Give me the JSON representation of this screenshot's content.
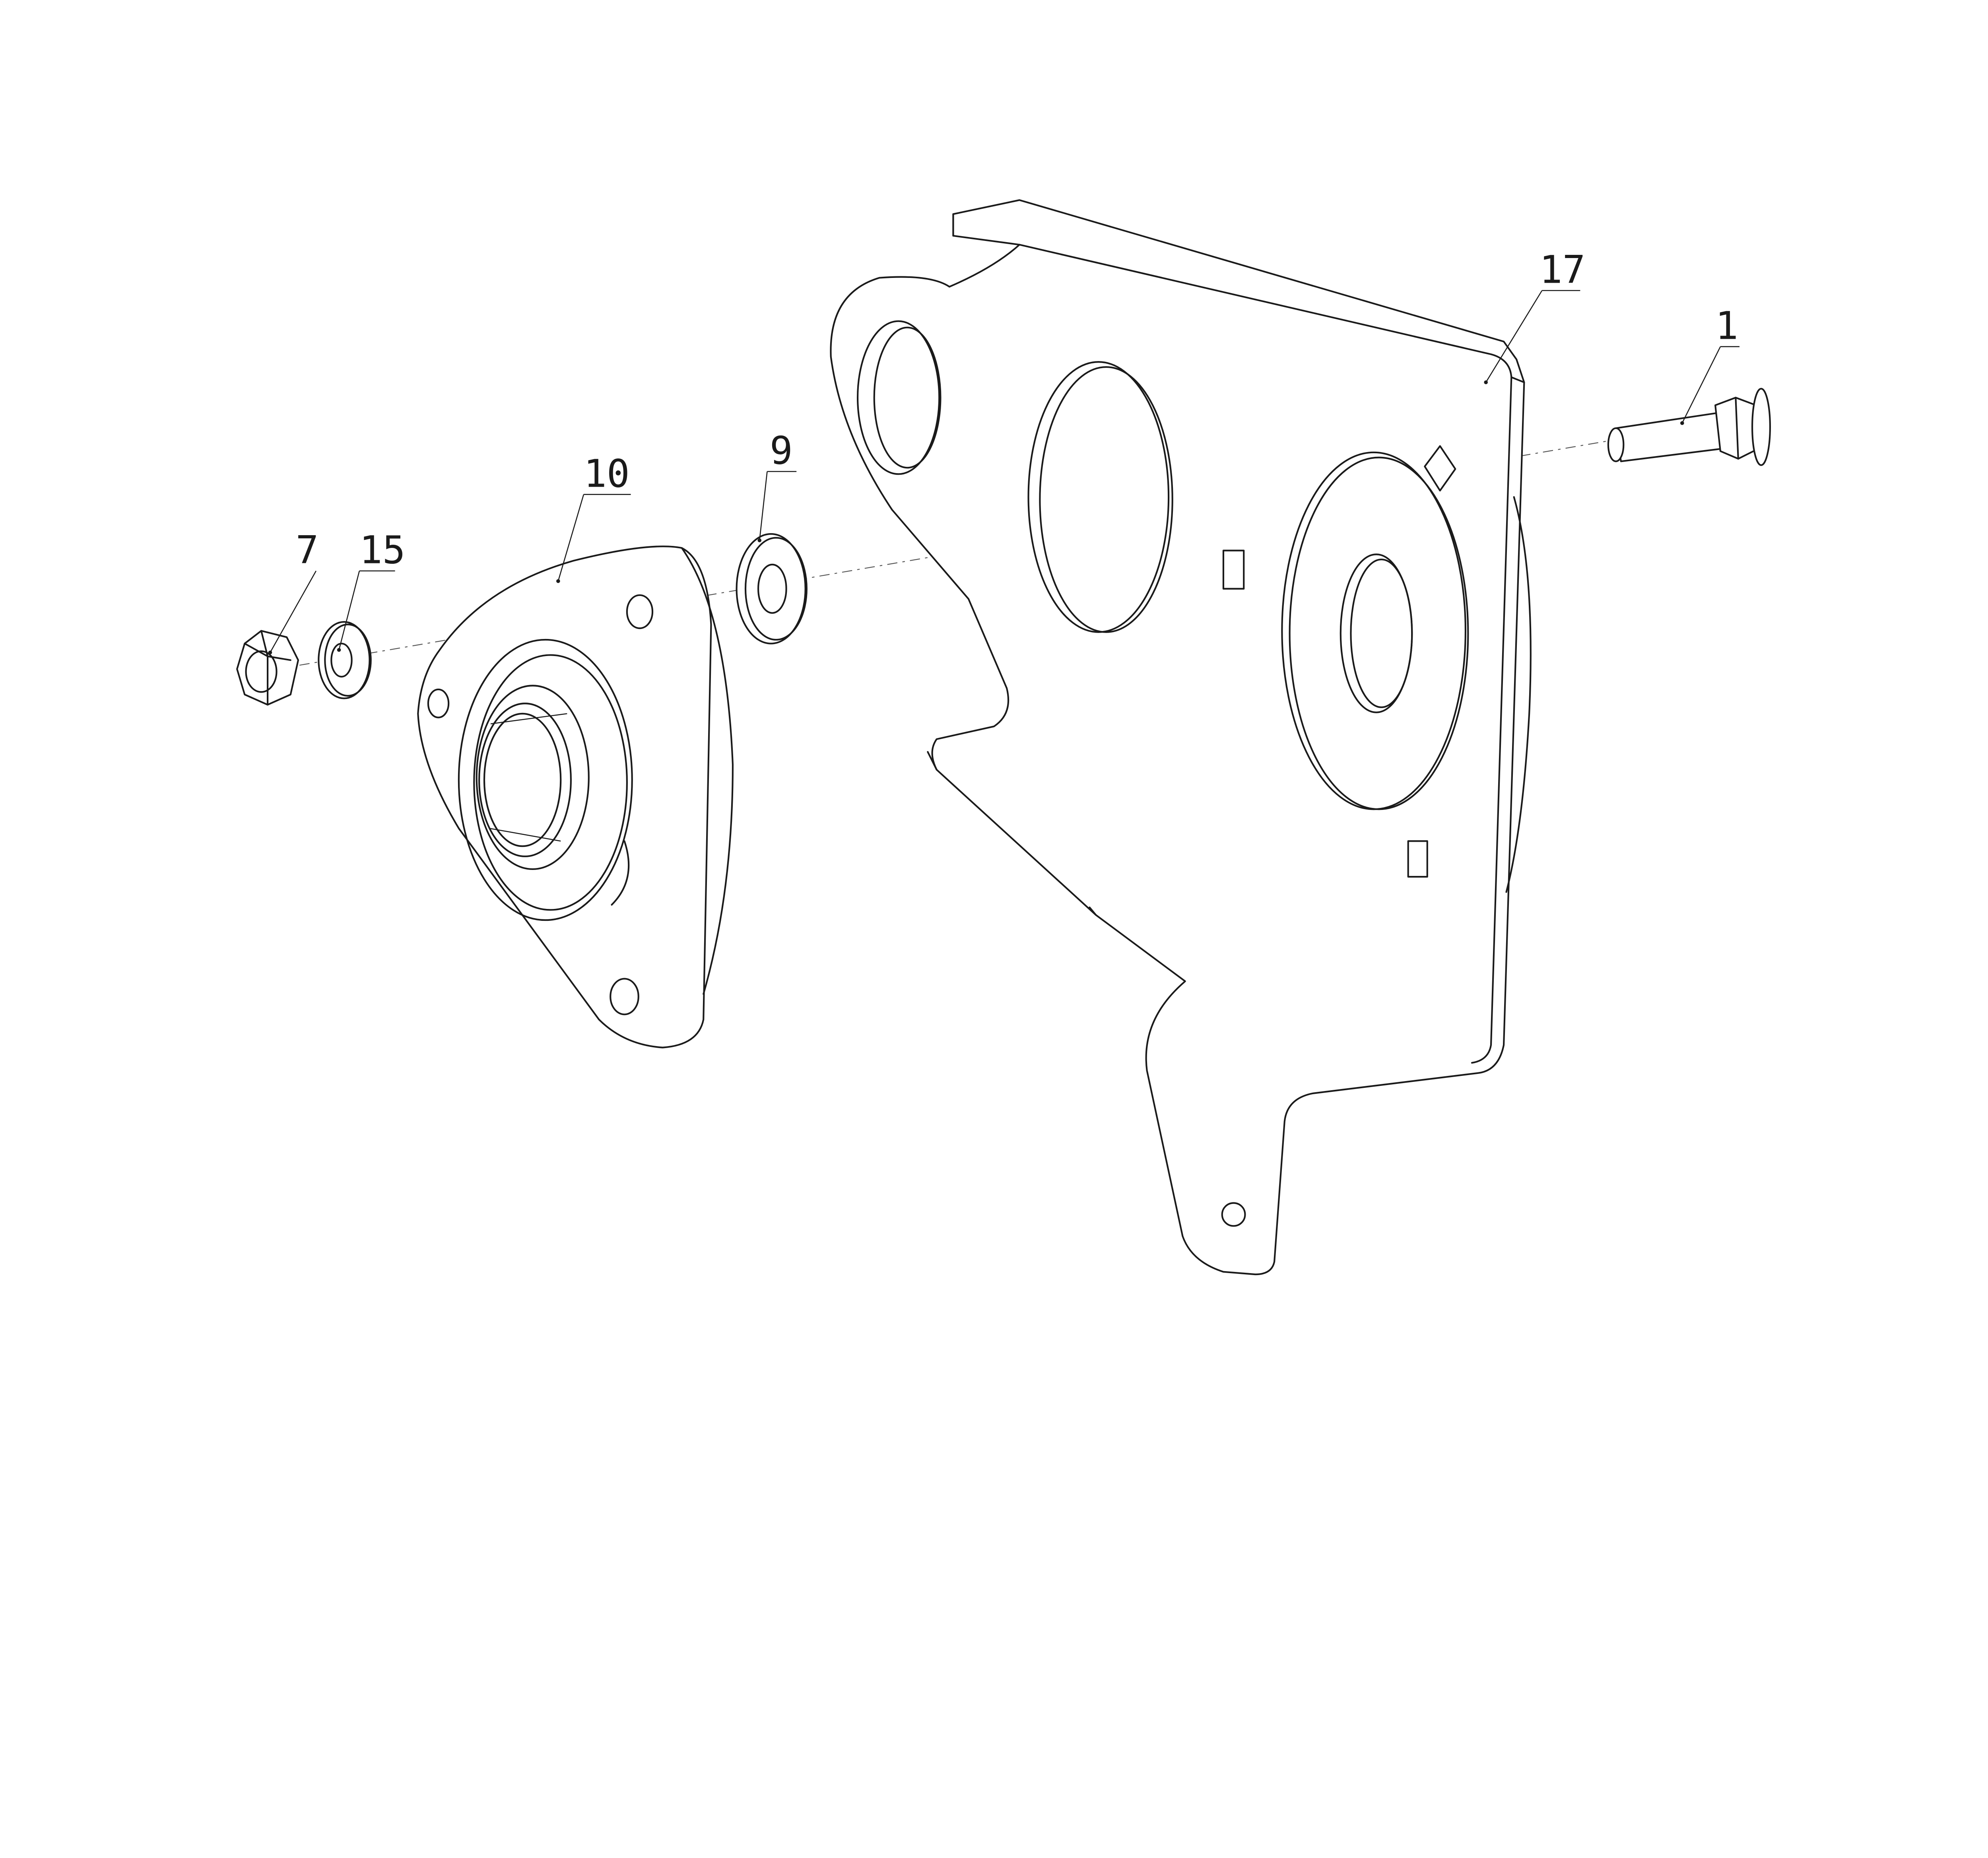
{
  "diagram": {
    "type": "exploded-assembly-drawing",
    "colors": {
      "line": "#1a1a1a",
      "background": "#ffffff"
    },
    "parts": [
      {
        "id": "nut",
        "label": "7"
      },
      {
        "id": "spring-washer",
        "label": "15"
      },
      {
        "id": "flange-bearing",
        "label": "10"
      },
      {
        "id": "flat-washer",
        "label": "9"
      },
      {
        "id": "bracket-plate",
        "label": "17"
      },
      {
        "id": "bolt",
        "label": "1"
      }
    ]
  }
}
